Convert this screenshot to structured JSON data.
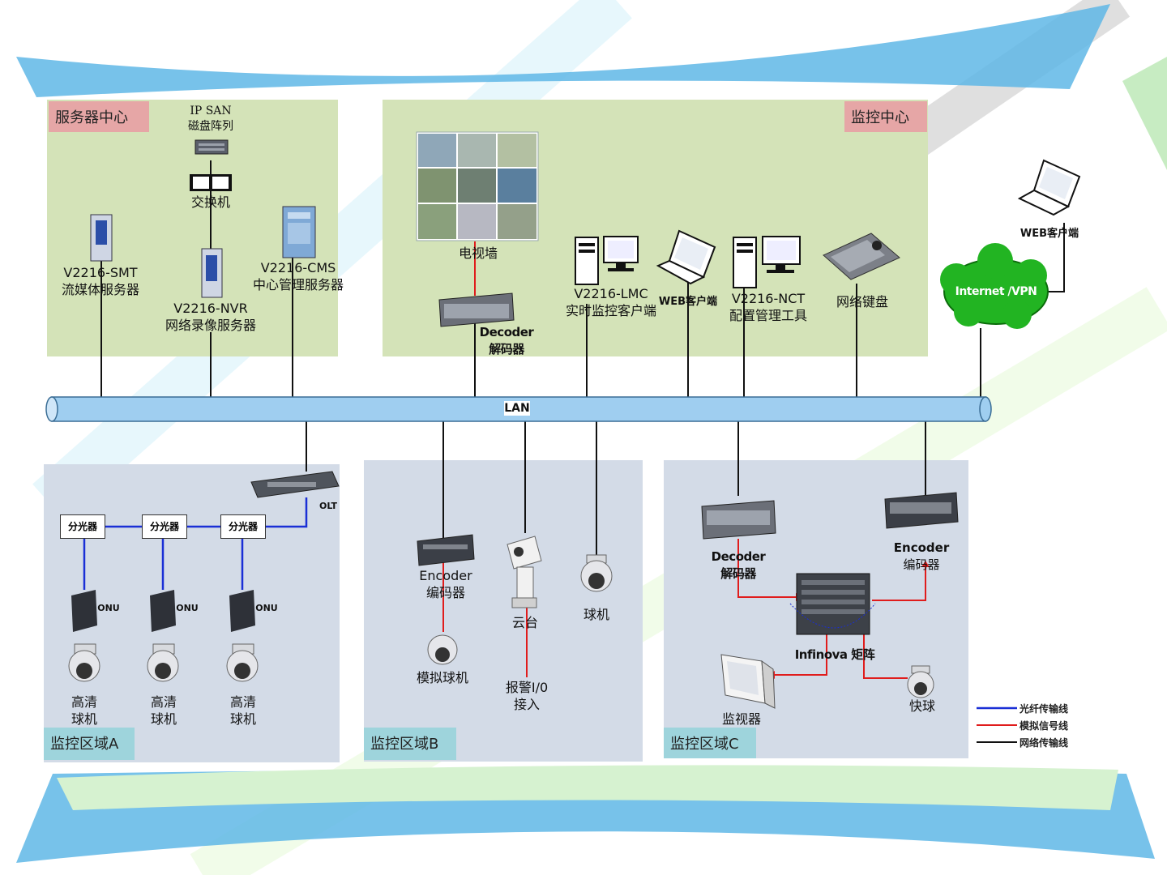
{
  "colors": {
    "fiber": "#1a2fd6",
    "analog": "#e01c1c",
    "network": "#111111",
    "lan_bus": "#9fcef0",
    "internet_cloud": "#22b422",
    "zone_green": "#d4e3b8",
    "zone_blue": "#d3dbe7"
  },
  "zones": {
    "server_center": "服务器中心",
    "monitor_center": "监控中心",
    "area_a": "监控区域A",
    "area_b": "监控区域B",
    "area_c": "监控区域C"
  },
  "server_center": {
    "ip_san": [
      "IP SAN",
      "磁盘阵列"
    ],
    "switch": "交换机",
    "smt": [
      "V2216-SMT",
      "流媒体服务器"
    ],
    "nvr": [
      "V2216-NVR",
      "网络录像服务器"
    ],
    "cms": [
      "V2216-CMS",
      "中心管理服务器"
    ]
  },
  "monitor_center": {
    "video_wall": "电视墙",
    "decoder": [
      "Decoder",
      "解码器"
    ],
    "lmc": [
      "V2216-LMC",
      "实时监控客户端"
    ],
    "web_client": "WEB客户端",
    "nct": [
      "V2216-NCT",
      "配置管理工具"
    ],
    "keyboard": "网络键盘"
  },
  "internet": {
    "cloud": "Internet /VPN",
    "remote_client": "WEB客户端"
  },
  "lan_label": "LAN",
  "area_a": {
    "olt": "OLT",
    "splitter": "分光器",
    "onu": "ONU",
    "camera": [
      "高清",
      "球机"
    ]
  },
  "area_b": {
    "encoder": [
      "Encoder",
      "编码器"
    ],
    "analog_dome": "模拟球机",
    "ptz": "云台",
    "alarm": [
      "报警I/0",
      "接入"
    ],
    "dome": "球机"
  },
  "area_c": {
    "decoder": [
      "Decoder",
      "解码器"
    ],
    "encoder": [
      "Encoder",
      "编码器"
    ],
    "matrix": "Infinova 矩阵",
    "monitor": "监视器",
    "speed_dome": "快球"
  },
  "legend": {
    "fiber": "光纤传输线",
    "analog": "模拟信号线",
    "network": "网络传输线"
  }
}
